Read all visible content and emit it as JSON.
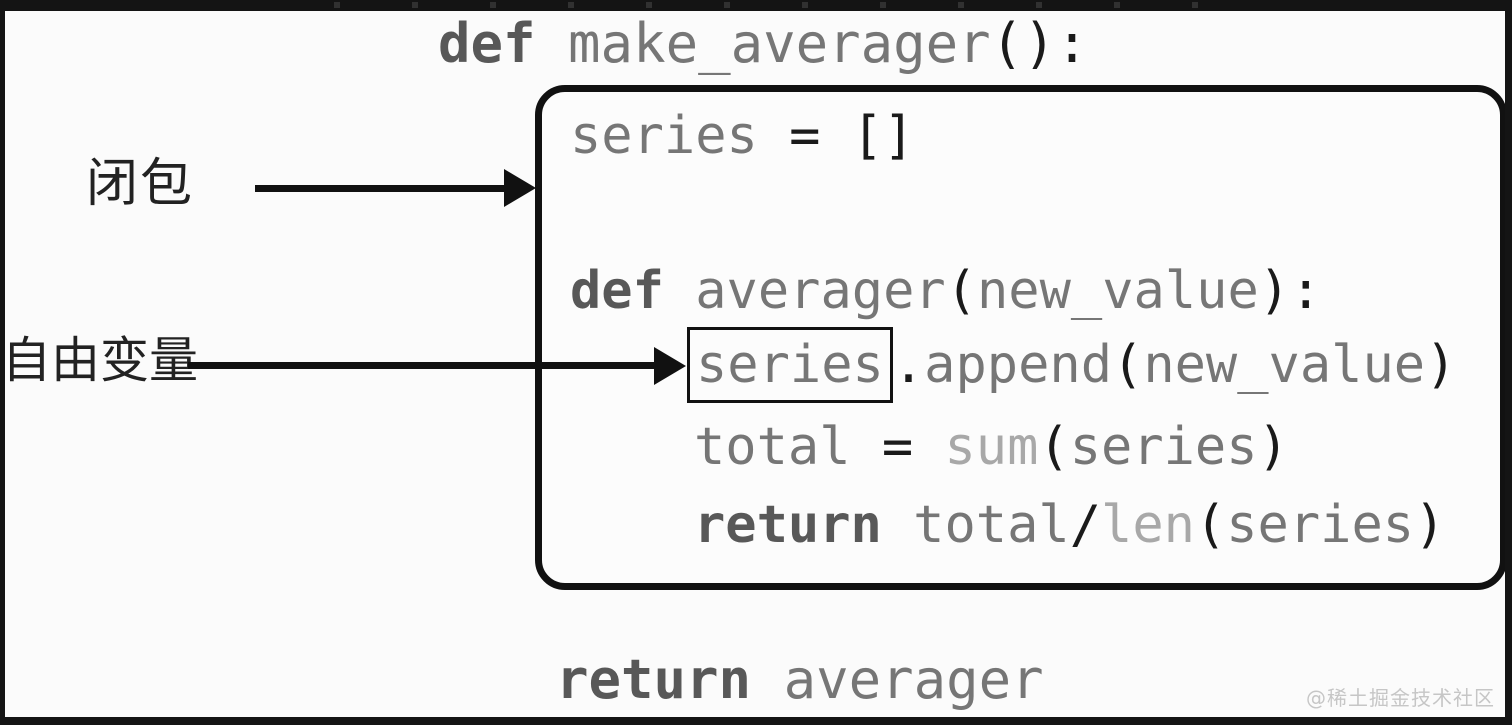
{
  "figure": {
    "title_line": {
      "keyword": "def ",
      "name": "make_averager",
      "punct": "():"
    },
    "closure_box": {
      "series_init": {
        "name": "series",
        "punct": " = []"
      },
      "def_averager": {
        "keyword": "def ",
        "name": "averager",
        "open": "(",
        "param": "new_value",
        "close": "):"
      },
      "append_line": {
        "boxed": "series",
        "dot": ".",
        "method": "append",
        "open": "(",
        "param": "new_value",
        "close": ")"
      },
      "total_line": {
        "name": "total",
        "eq": " = ",
        "builtin": "sum",
        "open": "(",
        "arg": "series",
        "close": ")"
      },
      "return_line": {
        "keyword": "return ",
        "name": "total",
        "slash": "/",
        "builtin": "len",
        "open": "(",
        "arg": "series",
        "close": ")"
      }
    },
    "footer_line": {
      "keyword": "return ",
      "name": "averager"
    },
    "annotations": {
      "closure_label": "闭包",
      "free_variable_label": "自由变量"
    },
    "watermark": "@稀土掘金技术社区",
    "colors": {
      "keyword": "#585858",
      "identifier": "#767676",
      "punctuation": "#1a1a1a",
      "builtin": "#a8a8a8",
      "ink": "#111111",
      "frame": "#141414",
      "watermark": "#c6c6c6"
    }
  }
}
